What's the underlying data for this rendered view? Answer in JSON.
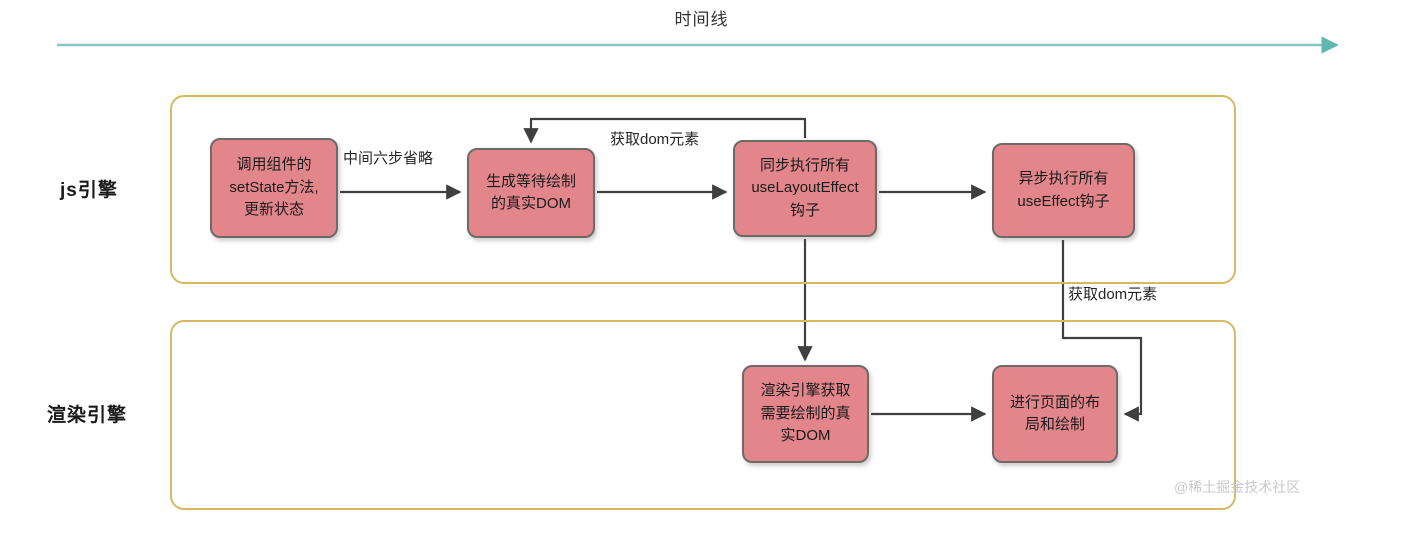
{
  "diagram": {
    "title": "时间线",
    "timeline_axis": {
      "name": "timeline-arrow",
      "color": "#86c5c0",
      "direction": "left-to-right"
    },
    "lanes": [
      {
        "id": "js",
        "label": "js引擎"
      },
      {
        "id": "render",
        "label": "渲染引擎"
      }
    ],
    "nodes": [
      {
        "id": "n1",
        "lane": "js",
        "text": "调用组件的\nsetState方法,\n更新状态"
      },
      {
        "id": "n2",
        "lane": "js",
        "text": "生成等待绘制\n的真实DOM"
      },
      {
        "id": "n3",
        "lane": "js",
        "text": "同步执行所有\nuseLayoutEffect\n钩子"
      },
      {
        "id": "n4",
        "lane": "js",
        "text": "异步执行所有\nuseEffect钩子"
      },
      {
        "id": "n5",
        "lane": "render",
        "text": "渲染引擎获取\n需要绘制的真\n实DOM"
      },
      {
        "id": "n6",
        "lane": "render",
        "text": "进行页面的布\n局和绘制"
      }
    ],
    "edge_labels": [
      {
        "id": "lbl-skip",
        "text": "中间六步省略"
      },
      {
        "id": "lbl-getdom-1",
        "text": "获取dom元素"
      },
      {
        "id": "lbl-getdom-2",
        "text": "获取dom元素"
      }
    ],
    "edges": [
      {
        "from": "n1",
        "to": "n2",
        "label": "中间六步省略"
      },
      {
        "from": "n2",
        "to": "n3",
        "label": ""
      },
      {
        "from": "n3",
        "to": "n2",
        "label": "获取dom元素",
        "style": "feedback-loop"
      },
      {
        "from": "n3",
        "to": "n4",
        "label": ""
      },
      {
        "from": "n3",
        "to": "n5",
        "label": ""
      },
      {
        "from": "n5",
        "to": "n6",
        "label": ""
      },
      {
        "from": "n4",
        "to": "n6",
        "label": "获取dom元素",
        "style": "feedback-loop"
      }
    ],
    "watermark": "@稀土掘金技术社区",
    "colors": {
      "node_fill": "#e2868c",
      "node_stroke": "#6e6a68",
      "lane_stroke": "#d9b862",
      "arrow": "#3f3f3f",
      "timeline": "#86c5c0"
    }
  }
}
